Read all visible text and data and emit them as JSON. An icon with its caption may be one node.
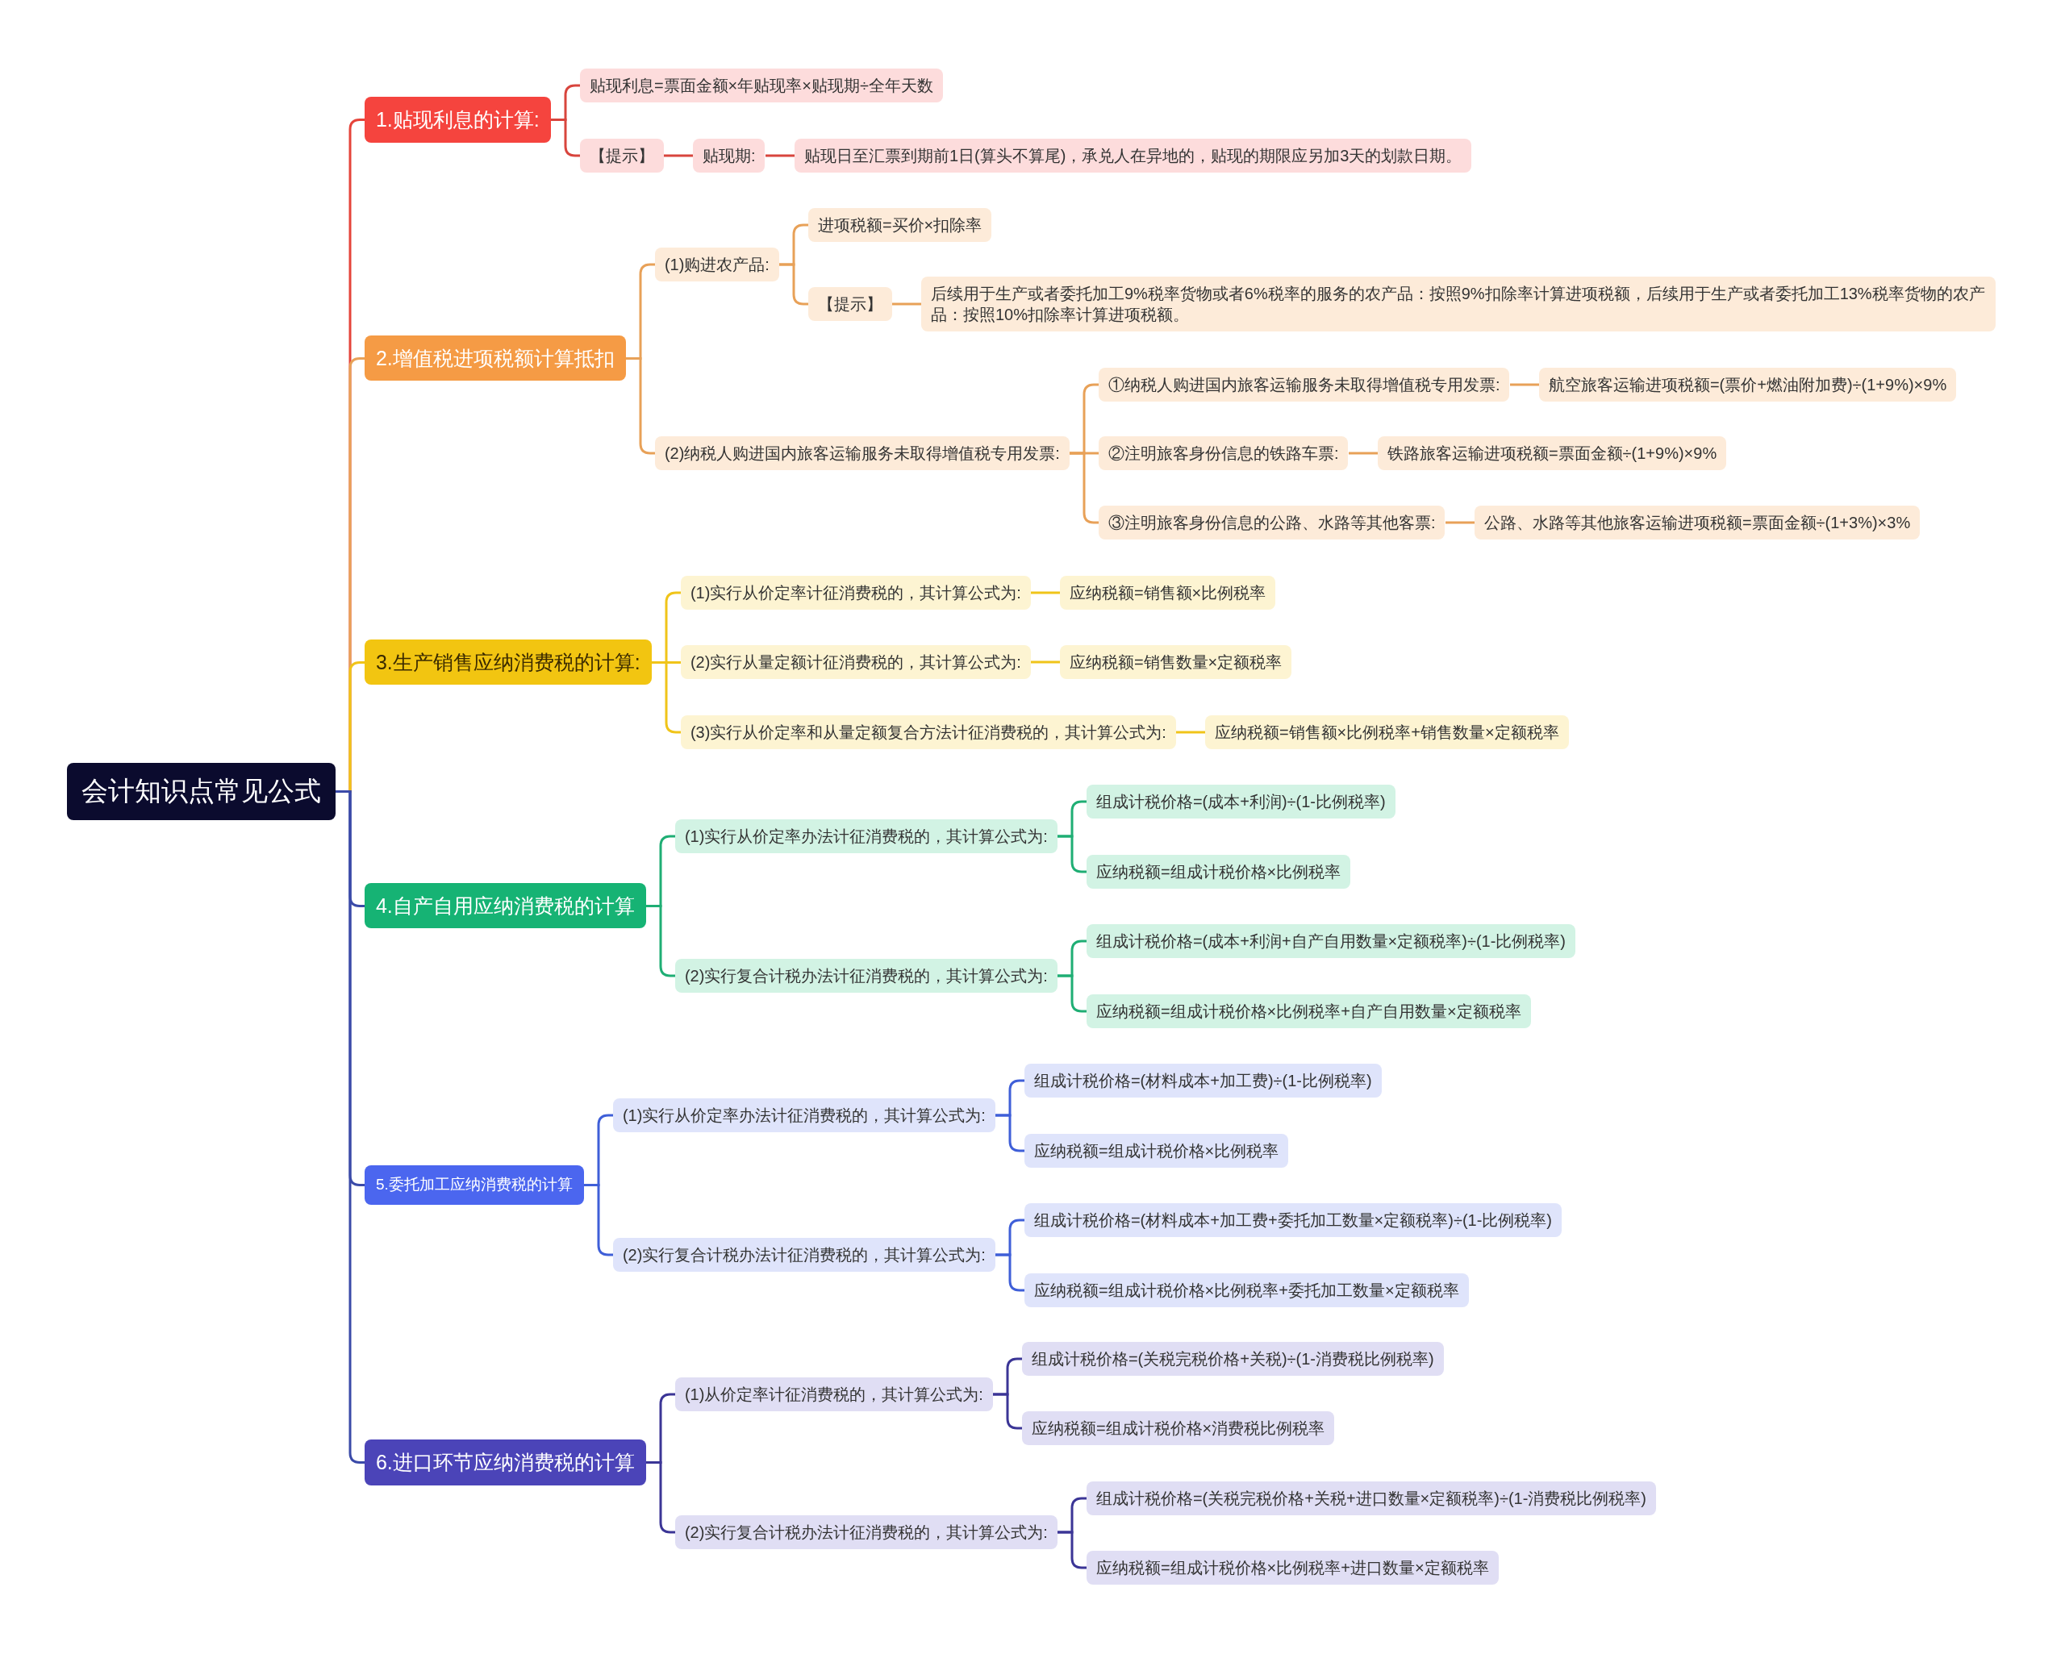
{
  "diagram": {
    "nodes": [
      {
        "text": [
          "会计知识点常见公式"
        ]
      },
      {
        "text": [
          "1.贴现利息的计算:"
        ]
      },
      {
        "text": [
          "贴现利息=票面金额×年贴现率×贴现期÷全年天数"
        ]
      },
      {
        "text": [
          "【提示】"
        ]
      },
      {
        "text": [
          "贴现期:"
        ]
      },
      {
        "text": [
          "贴现日至汇票到期前1日(算头不算尾)，承兑人在异地的，贴现的期限应另加3天的划款日期。"
        ]
      },
      {
        "text": [
          "2.增值税进项税额计算抵扣"
        ]
      },
      {
        "text": [
          "(1)购进农产品:"
        ]
      },
      {
        "text": [
          "进项税额=买价×扣除率"
        ]
      },
      {
        "text": [
          "【提示】"
        ]
      },
      {
        "text": [
          "后续用于生产或者委托加工9%税率货物或者6%税率的服务的农产品：按照9%扣除率计算进项税额，后续用于生产或者委托加工13%税率货物的农产品：按照10%扣除率计算进项税额。"
        ]
      },
      {
        "text": [
          "(2)纳税人购进国内旅客运输服务未取得增值税专用发票:"
        ]
      },
      {
        "text": [
          "①纳税人购进国内旅客运输服务未取得增值税专用发票:"
        ]
      },
      {
        "text": [
          "航空旅客运输进项税额=(票价+燃油附加费)÷(1+9%)×9%"
        ]
      },
      {
        "text": [
          "②注明旅客身份信息的铁路车票:"
        ]
      },
      {
        "text": [
          "铁路旅客运输进项税额=票面金额÷(1+9%)×9%"
        ]
      },
      {
        "text": [
          "③注明旅客身份信息的公路、水路等其他客票:"
        ]
      },
      {
        "text": [
          "公路、水路等其他旅客运输进项税额=票面金额÷(1+3%)×3%"
        ]
      },
      {
        "text": [
          "3.生产销售应纳消费税的计算:"
        ]
      },
      {
        "text": [
          "(1)实行从价定率计征消费税的，其计算公式为:"
        ]
      },
      {
        "text": [
          "应纳税额=销售额×比例税率"
        ]
      },
      {
        "text": [
          "(2)实行从量定额计征消费税的，其计算公式为:"
        ]
      },
      {
        "text": [
          "应纳税额=销售数量×定额税率"
        ]
      },
      {
        "text": [
          "(3)实行从价定率和从量定额复合方法计征消费税的，其计算公式为:"
        ]
      },
      {
        "text": [
          "应纳税额=销售额×比例税率+销售数量×定额税率"
        ]
      },
      {
        "text": [
          "4.自产自用应纳消费税的计算"
        ]
      },
      {
        "text": [
          "(1)实行从价定率办法计征消费税的，其计算公式为:"
        ]
      },
      {
        "text": [
          "组成计税价格=(成本+利润)÷(1-比例税率)"
        ]
      },
      {
        "text": [
          "应纳税额=组成计税价格×比例税率"
        ]
      },
      {
        "text": [
          "(2)实行复合计税办法计征消费税的，其计算公式为:"
        ]
      },
      {
        "text": [
          "组成计税价格=(成本+利润+自产自用数量×定额税率)÷(1-比例税率)"
        ]
      },
      {
        "text": [
          "应纳税额=组成计税价格×比例税率+自产自用数量×定额税率"
        ]
      },
      {
        "text": [
          "5.委托加工应纳消费税的计算"
        ]
      },
      {
        "text": [
          "(1)实行从价定率办法计征消费税的，其计算公式为:"
        ]
      },
      {
        "text": [
          "组成计税价格=(材料成本+加工费)÷(1-比例税率)"
        ]
      },
      {
        "text": [
          "应纳税额=组成计税价格×比例税率"
        ]
      },
      {
        "text": [
          "(2)实行复合计税办法计征消费税的，其计算公式为:"
        ]
      },
      {
        "text": [
          "组成计税价格=(材料成本+加工费+委托加工数量×定额税率)÷(1-比例税率)"
        ]
      },
      {
        "text": [
          "应纳税额=组成计税价格×比例税率+委托加工数量×定额税率"
        ]
      },
      {
        "text": [
          "6.进口环节应纳消费税的计算"
        ]
      },
      {
        "text": [
          "(1)从价定率计征消费税的，其计算公式为:"
        ]
      },
      {
        "text": [
          "组成计税价格=(关税完税价格+关税)÷(1-消费税比例税率)"
        ]
      },
      {
        "text": [
          "应纳税额=组成计税价格×消费税比例税率"
        ]
      },
      {
        "text": [
          "(2)实行复合计税办法计征消费税的，其计算公式为:"
        ]
      },
      {
        "text": [
          "组成计税价格=(关税完税价格+关税+进口数量×定额税率)÷(1-消费税比例税率)"
        ]
      },
      {
        "text": [
          "应纳税额=组成计税价格×比例税率+进口数量×定额税率"
        ]
      }
    ],
    "edges": [
      {
        "from": 0,
        "to": 1,
        "arrow": "none",
        "color": "#e5443a"
      },
      {
        "from": 0,
        "to": 6,
        "arrow": "none",
        "color": "#e8a158"
      },
      {
        "from": 0,
        "to": 18,
        "arrow": "none",
        "color": "#f0c419"
      },
      {
        "from": 0,
        "to": 25,
        "arrow": "none",
        "color": "#3a4aa8"
      },
      {
        "from": 0,
        "to": 32,
        "arrow": "none",
        "color": "#3a4aa8"
      },
      {
        "from": 0,
        "to": 39,
        "arrow": "none",
        "color": "#3a4aa8"
      },
      {
        "from": 1,
        "to": 2,
        "arrow": "none",
        "color": "#d8453d"
      },
      {
        "from": 1,
        "to": 3,
        "arrow": "none",
        "color": "#d8453d"
      },
      {
        "from": 3,
        "to": 4,
        "arrow": "none",
        "color": "#d8453d"
      },
      {
        "from": 4,
        "to": 5,
        "arrow": "none",
        "color": "#d8453d"
      },
      {
        "from": 6,
        "to": 7,
        "arrow": "none",
        "color": "#e8a158"
      },
      {
        "from": 6,
        "to": 11,
        "arrow": "none",
        "color": "#e8a158"
      },
      {
        "from": 7,
        "to": 8,
        "arrow": "none",
        "color": "#e8a158"
      },
      {
        "from": 7,
        "to": 9,
        "arrow": "none",
        "color": "#e8a158"
      },
      {
        "from": 9,
        "to": 10,
        "arrow": "none",
        "color": "#e8a158"
      },
      {
        "from": 11,
        "to": 12,
        "arrow": "none",
        "color": "#e8a158"
      },
      {
        "from": 11,
        "to": 14,
        "arrow": "none",
        "color": "#e8a158"
      },
      {
        "from": 11,
        "to": 16,
        "arrow": "none",
        "color": "#e8a158"
      },
      {
        "from": 12,
        "to": 13,
        "arrow": "none",
        "color": "#e8a158"
      },
      {
        "from": 14,
        "to": 15,
        "arrow": "none",
        "color": "#e8a158"
      },
      {
        "from": 16,
        "to": 17,
        "arrow": "none",
        "color": "#e8a158"
      },
      {
        "from": 18,
        "to": 19,
        "arrow": "none",
        "color": "#f0c419"
      },
      {
        "from": 18,
        "to": 21,
        "arrow": "none",
        "color": "#f0c419"
      },
      {
        "from": 18,
        "to": 23,
        "arrow": "none",
        "color": "#f0c419"
      },
      {
        "from": 19,
        "to": 20,
        "arrow": "none",
        "color": "#f0c419"
      },
      {
        "from": 21,
        "to": 22,
        "arrow": "none",
        "color": "#f0c419"
      },
      {
        "from": 23,
        "to": 24,
        "arrow": "none",
        "color": "#f0c419"
      },
      {
        "from": 25,
        "to": 26,
        "arrow": "none",
        "color": "#1fae74"
      },
      {
        "from": 25,
        "to": 29,
        "arrow": "none",
        "color": "#1fae74"
      },
      {
        "from": 26,
        "to": 27,
        "arrow": "none",
        "color": "#1fae74"
      },
      {
        "from": 26,
        "to": 28,
        "arrow": "none",
        "color": "#1fae74"
      },
      {
        "from": 29,
        "to": 30,
        "arrow": "none",
        "color": "#1fae74"
      },
      {
        "from": 29,
        "to": 31,
        "arrow": "none",
        "color": "#1fae74"
      },
      {
        "from": 32,
        "to": 33,
        "arrow": "none",
        "color": "#3f5fd8"
      },
      {
        "from": 32,
        "to": 36,
        "arrow": "none",
        "color": "#3f5fd8"
      },
      {
        "from": 33,
        "to": 34,
        "arrow": "none",
        "color": "#3f5fd8"
      },
      {
        "from": 33,
        "to": 35,
        "arrow": "none",
        "color": "#3f5fd8"
      },
      {
        "from": 36,
        "to": 37,
        "arrow": "none",
        "color": "#3f5fd8"
      },
      {
        "from": 36,
        "to": 38,
        "arrow": "none",
        "color": "#3f5fd8"
      },
      {
        "from": 39,
        "to": 40,
        "arrow": "none",
        "color": "#3b3596"
      },
      {
        "from": 39,
        "to": 43,
        "arrow": "none",
        "color": "#3b3596"
      },
      {
        "from": 40,
        "to": 41,
        "arrow": "none",
        "color": "#3b3596"
      },
      {
        "from": 40,
        "to": 42,
        "arrow": "none",
        "color": "#3b3596"
      },
      {
        "from": 43,
        "to": 44,
        "arrow": "none",
        "color": "#3b3596"
      },
      {
        "from": 43,
        "to": 45,
        "arrow": "none",
        "color": "#3b3596"
      }
    ]
  }
}
